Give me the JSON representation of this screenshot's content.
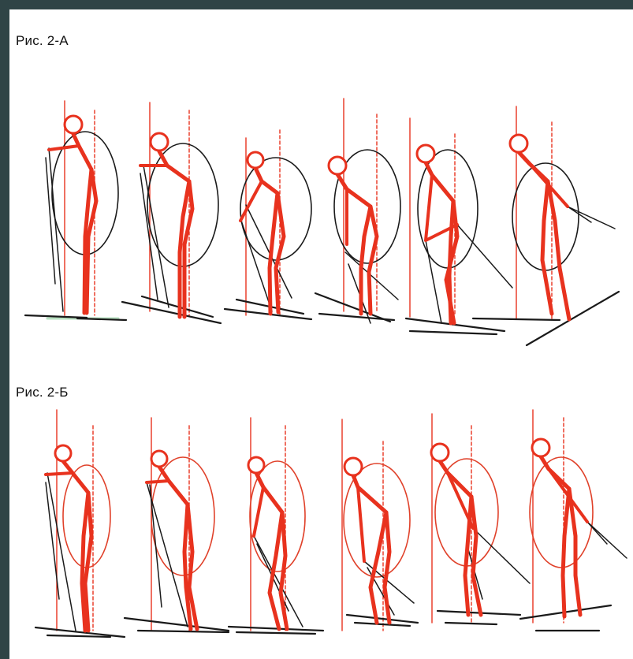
{
  "figure_a": {
    "label": "Рис. 2-А",
    "circle_color": "#1a1a1a",
    "phases": 6
  },
  "figure_b": {
    "label": "Рис. 2-Б",
    "circle_color": "#e0412a",
    "phases": 6
  },
  "colors": {
    "skier": "#e8321e",
    "reference_line": "#e8321e",
    "pole": "#1a1a1a",
    "ski": "#1a1a1a",
    "snow_tint": "#b7e0c0",
    "backdrop": "#2f4446",
    "paper": "#ffffff"
  }
}
